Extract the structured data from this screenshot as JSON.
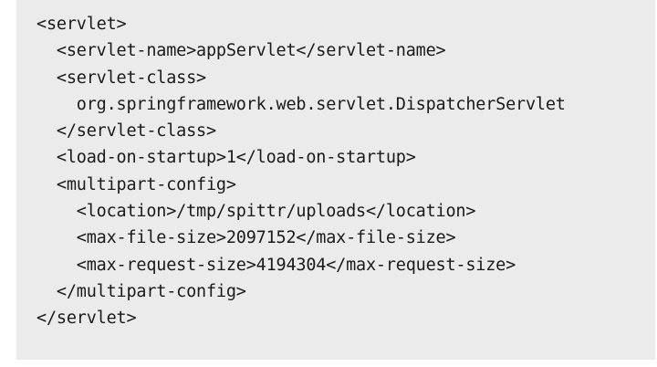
{
  "code": {
    "lines": [
      "<servlet>",
      "  <servlet-name>appServlet</servlet-name>",
      "  <servlet-class>",
      "    org.springframework.web.servlet.DispatcherServlet",
      "  </servlet-class>",
      "  <load-on-startup>1</load-on-startup>",
      "  <multipart-config>",
      "    <location>/tmp/spittr/uploads</location>",
      "    <max-file-size>2097152</max-file-size>",
      "    <max-request-size>4194304</max-request-size>",
      "  </multipart-config>",
      "</servlet>"
    ]
  }
}
